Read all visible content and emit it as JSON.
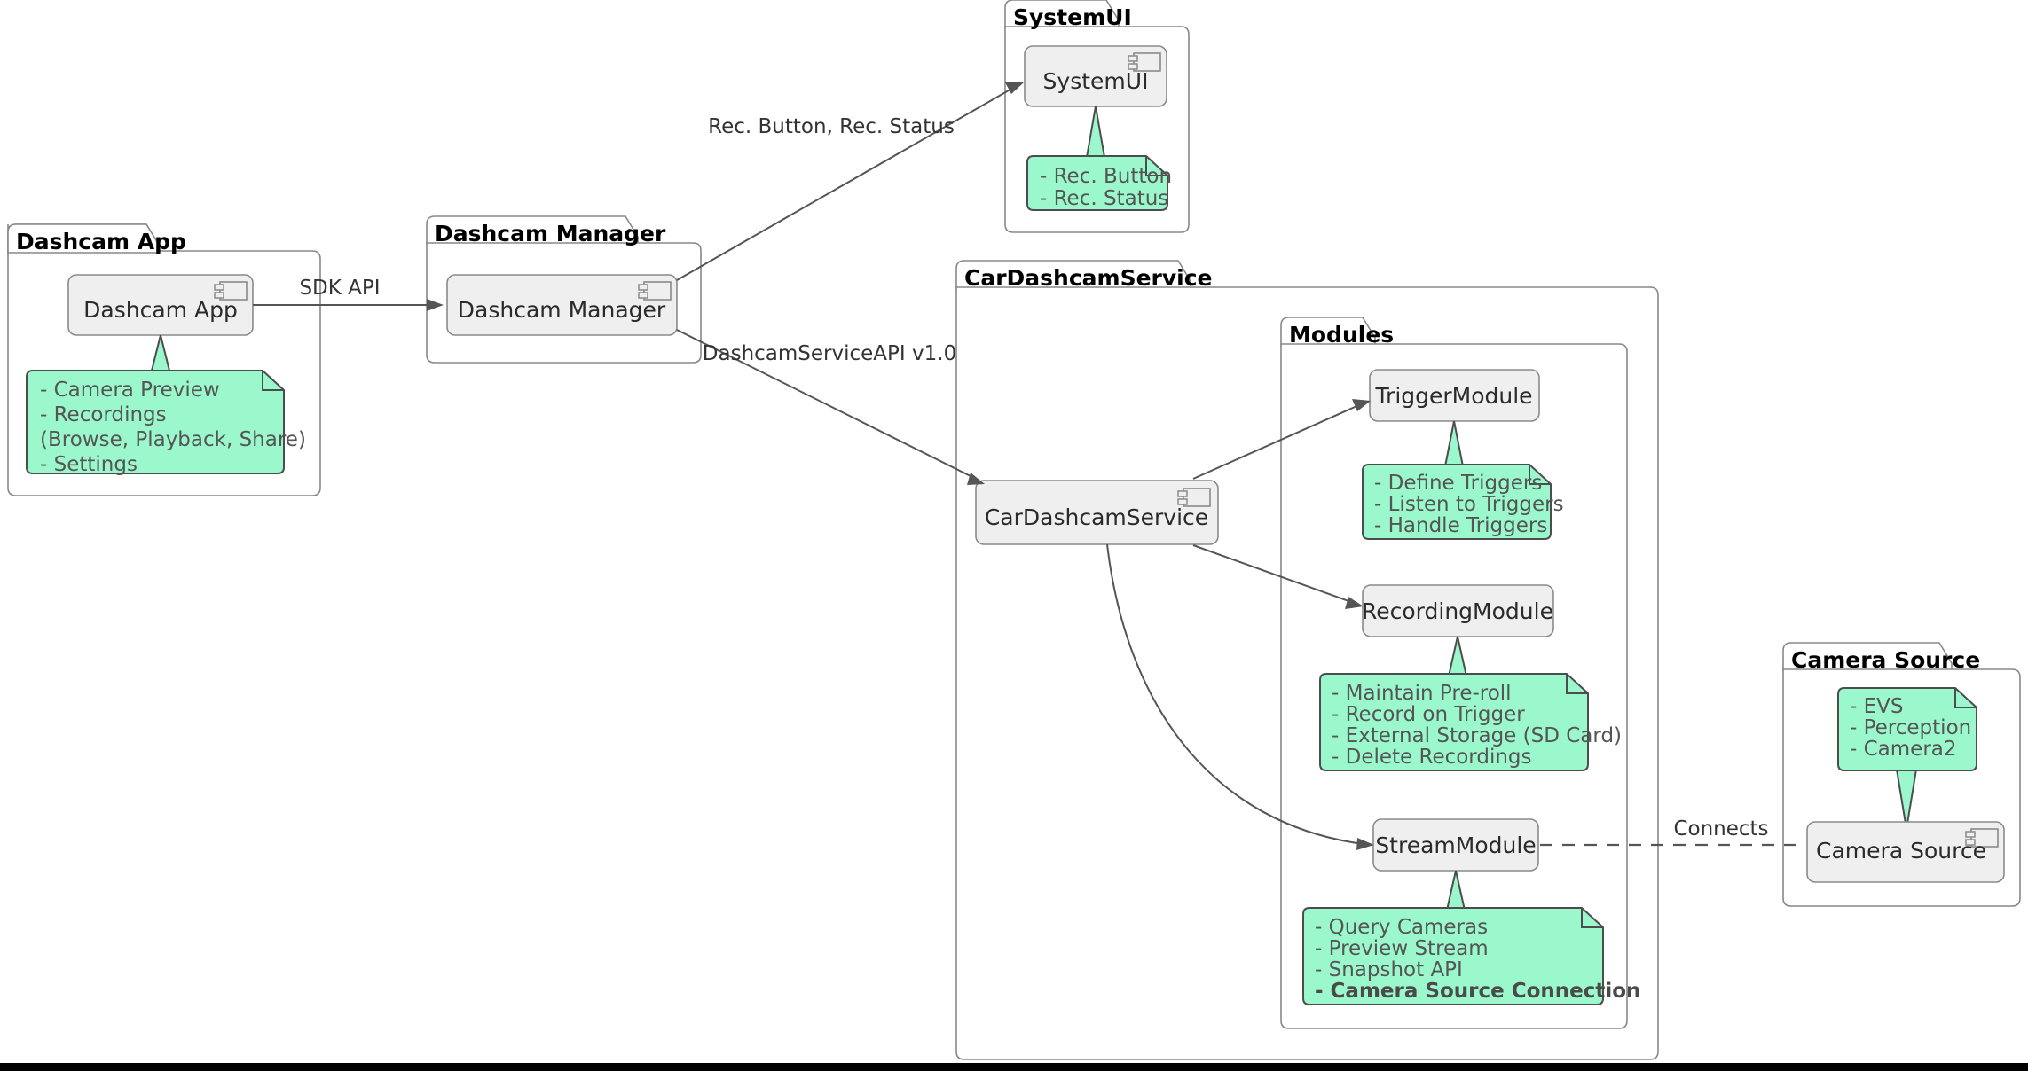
{
  "diagram": {
    "type": "uml-component-diagram",
    "accent_note_color": "#9af8cc",
    "component_fill": "#efefef",
    "stroke_color": "#888888"
  },
  "packages": [
    {
      "id": "dashcam-app",
      "title": "Dashcam App"
    },
    {
      "id": "dashcam-manager",
      "title": "Dashcam Manager"
    },
    {
      "id": "systemui",
      "title": "SystemUI"
    },
    {
      "id": "cardashcamservice",
      "title": "CarDashcamService"
    },
    {
      "id": "modules",
      "title": "Modules"
    },
    {
      "id": "camera-source",
      "title": "Camera Source"
    }
  ],
  "components": [
    {
      "id": "comp-dashcam-app",
      "label": "Dashcam App"
    },
    {
      "id": "comp-dashcam-manager",
      "label": "Dashcam Manager"
    },
    {
      "id": "comp-systemui",
      "label": "SystemUI"
    },
    {
      "id": "comp-cardashcamservice",
      "label": "CarDashcamService"
    },
    {
      "id": "comp-triggermodule",
      "label": "TriggerModule"
    },
    {
      "id": "comp-recordingmodule",
      "label": "RecordingModule"
    },
    {
      "id": "comp-streammodule",
      "label": "StreamModule"
    },
    {
      "id": "comp-camera-source",
      "label": "Camera Source"
    }
  ],
  "notes": {
    "dashcam_app": {
      "attached_to": "Dashcam App",
      "lines": [
        {
          "text": "- Camera Preview",
          "bold": false
        },
        {
          "text": "- Recordings",
          "bold": false
        },
        {
          "text": "  (Browse, Playback, Share)",
          "bold": false
        },
        {
          "text": "- Settings",
          "bold": false
        }
      ]
    },
    "systemui": {
      "attached_to": "SystemUI",
      "lines": [
        {
          "text": "- Rec. Button",
          "bold": false
        },
        {
          "text": "- Rec. Status",
          "bold": false
        }
      ]
    },
    "trigger_module": {
      "attached_to": "TriggerModule",
      "lines": [
        {
          "text": "- Define Triggers",
          "bold": false
        },
        {
          "text": "- Listen to Triggers",
          "bold": false
        },
        {
          "text": "- Handle Triggers",
          "bold": false
        }
      ]
    },
    "recording_module": {
      "attached_to": "RecordingModule",
      "lines": [
        {
          "text": "- Maintain Pre-roll",
          "bold": false
        },
        {
          "text": "- Record on Trigger",
          "bold": false
        },
        {
          "text": "- External Storage (SD Card)",
          "bold": false
        },
        {
          "text": "- Delete Recordings",
          "bold": false
        }
      ]
    },
    "stream_module": {
      "attached_to": "StreamModule",
      "lines": [
        {
          "text": "- Query Cameras",
          "bold": false
        },
        {
          "text": "- Preview Stream",
          "bold": false
        },
        {
          "text": "- Snapshot API",
          "bold": false
        },
        {
          "text": "- Camera Source Connection",
          "bold": true
        }
      ]
    },
    "camera_source": {
      "attached_to": "Camera Source",
      "lines": [
        {
          "text": "- EVS",
          "bold": false
        },
        {
          "text": "- Perception",
          "bold": false
        },
        {
          "text": "- Camera2",
          "bold": false
        }
      ]
    }
  },
  "edges": [
    {
      "id": "edge-app-to-manager",
      "from": "Dashcam App",
      "to": "Dashcam Manager",
      "label": "SDK API",
      "style": "solid-arrow"
    },
    {
      "id": "edge-manager-to-systemui",
      "from": "Dashcam Manager",
      "to": "SystemUI",
      "label": "Rec. Button, Rec. Status",
      "style": "solid-arrow"
    },
    {
      "id": "edge-manager-to-service",
      "from": "Dashcam Manager",
      "to": "CarDashcamService",
      "label": "DashcamServiceAPI v1.0",
      "style": "solid-arrow"
    },
    {
      "id": "edge-service-to-trigger",
      "from": "CarDashcamService",
      "to": "TriggerModule",
      "label": "",
      "style": "solid-arrow"
    },
    {
      "id": "edge-service-to-recording",
      "from": "CarDashcamService",
      "to": "RecordingModule",
      "label": "",
      "style": "solid-arrow"
    },
    {
      "id": "edge-service-to-stream",
      "from": "CarDashcamService",
      "to": "StreamModule",
      "label": "",
      "style": "solid-arrow-curved"
    },
    {
      "id": "edge-stream-to-camera-source",
      "from": "StreamModule",
      "to": "Camera Source",
      "label": "Connects",
      "style": "dashed"
    }
  ]
}
